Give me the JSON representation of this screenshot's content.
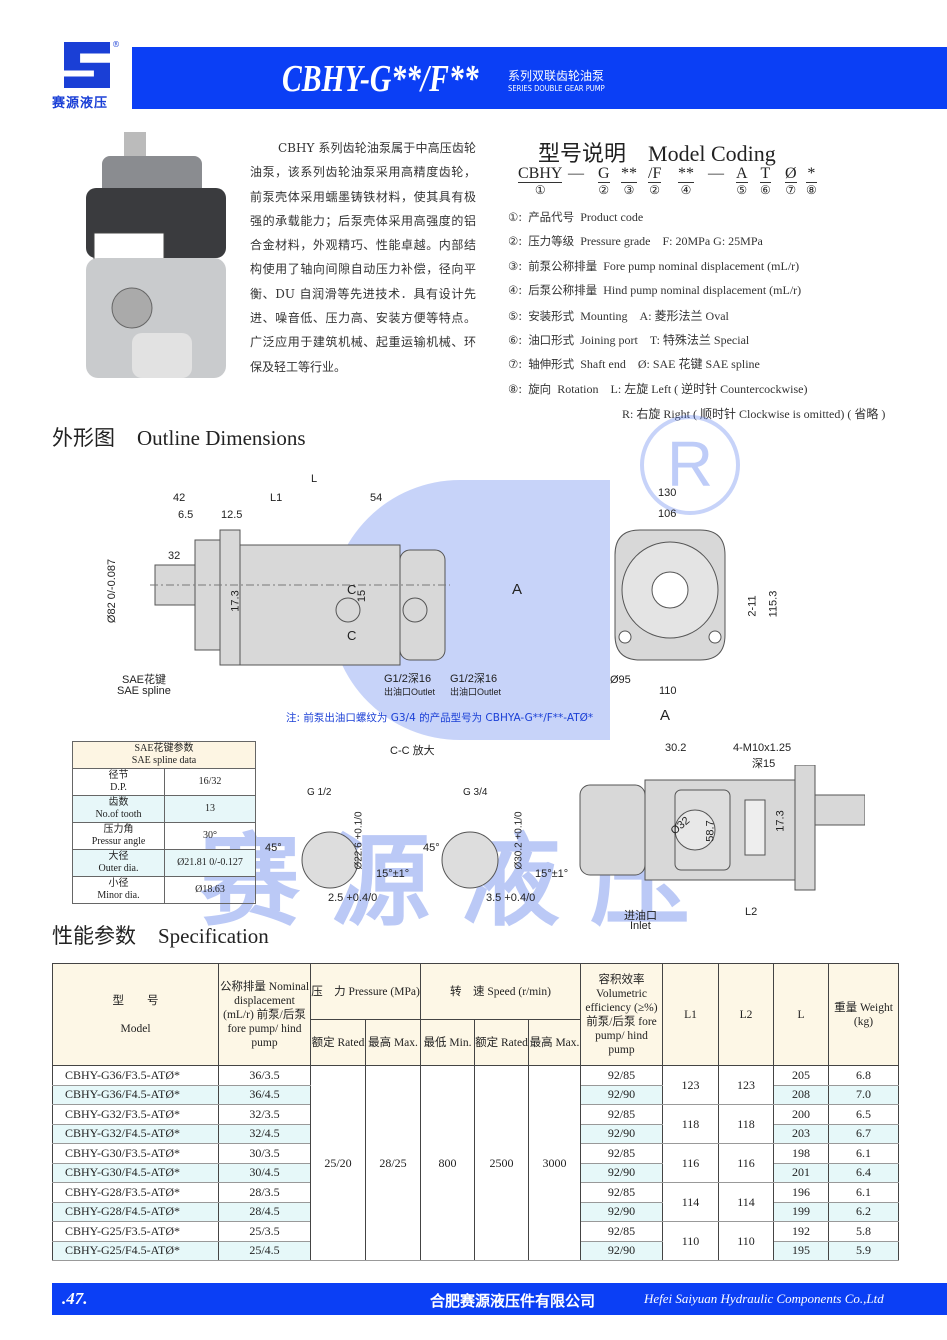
{
  "brand": {
    "logo_text": "赛源液压",
    "registered": "®"
  },
  "header": {
    "title": "CBHY-G**/F**",
    "subtitle_cn": "系列双联齿轮油泵",
    "subtitle_en": "SERIES DOUBLE GEAR PUMP"
  },
  "description": "CBHY 系列齿轮油泵属于中高压齿轮油泵，该系列齿轮油泵采用高精度齿轮，前泵壳体采用蠕墨铸铁材料，使其具有极强的承载能力；后泵壳体采用高强度的铝合金材料，外观精巧、性能卓越。内部结构使用了轴向间隙自动压力补偿，径向平衡、DU 自润滑等先进技术．具有设计先进、噪音低、压力高、安装方便等特点。广泛应用于建筑机械、起重运输机械、环保及轻工等行业。",
  "model_coding": {
    "title_cn": "型号说明",
    "title_en": "Model Coding",
    "parts": [
      {
        "t": "CBHY",
        "n": "①"
      },
      {
        "t": "—",
        "n": ""
      },
      {
        "t": "G",
        "n": "②"
      },
      {
        "t": "**",
        "n": "③"
      },
      {
        "t": "/F",
        "n": "②"
      },
      {
        "t": "**",
        "n": "④"
      },
      {
        "t": "—",
        "n": ""
      },
      {
        "t": "A",
        "n": "⑤"
      },
      {
        "t": "T",
        "n": "⑥"
      },
      {
        "t": "Ø",
        "n": "⑦"
      },
      {
        "t": "*",
        "n": "⑧"
      }
    ],
    "items": [
      {
        "num": "①:",
        "cn": "产品代号",
        "en": "Product code",
        "opt": ""
      },
      {
        "num": "②:",
        "cn": "压力等级",
        "en": "Pressure grade",
        "opt": "F: 20MPa  G: 25MPa"
      },
      {
        "num": "③:",
        "cn": "前泵公称排量",
        "en": "Fore pump nominal displacement (mL/r)",
        "opt": ""
      },
      {
        "num": "④:",
        "cn": "后泵公称排量",
        "en": "Hind pump nominal displacement (mL/r)",
        "opt": ""
      },
      {
        "num": "⑤:",
        "cn": "安装形式",
        "en": "Mounting",
        "opt": "A: 菱形法兰 Oval"
      },
      {
        "num": "⑥:",
        "cn": "油口形式",
        "en": "Joining port",
        "opt": "T: 特殊法兰 Special"
      },
      {
        "num": "⑦:",
        "cn": "轴伸形式",
        "en": "Shaft end",
        "opt": "Ø: SAE 花键 SAE spline"
      },
      {
        "num": "⑧:",
        "cn": "旋向",
        "en": "Rotation",
        "opt": "L: 左旋 Left ( 逆时针 Countercockwise)"
      }
    ],
    "rotation_right": "R: 右旋 Right ( 顺时针 Clockwise is omitted) ( 省略 )"
  },
  "outline": {
    "title_cn": "外形图",
    "title_en": "Outline Dimensions",
    "side_labels": {
      "L": "L",
      "L1": "L1",
      "d42": "42",
      "d54": "54",
      "d6_5": "6.5",
      "d12_5": "12.5",
      "d32": "32",
      "d82": "Ø82 0/-0.087",
      "d17_3": "17.3",
      "d15": "15",
      "C1": "C",
      "C2": "C",
      "spline_cn": "SAE花键",
      "spline_en": "SAE spline",
      "outlet1": "G1/2深16",
      "outlet2": "G1/2深16",
      "outlet_cn1": "出油口Outlet",
      "outlet_cn2": "出油口Outlet",
      "A_arrow": "A"
    },
    "front_labels": {
      "d130": "130",
      "d106": "106",
      "d2_11": "2-11",
      "d115_3": "115.3",
      "d95": "Ø95",
      "d110": "110",
      "A": "A"
    },
    "note": "注: 前泵出油口螺纹为 G3/4 的产品型号为 CBHYA-G**/F**-ATØ*",
    "cc_title": "C-C 放大",
    "cc1": {
      "name": "G 1/2",
      "dia": "Ø22.6 +0.1/0",
      "angle": "45°",
      "taper": "15°±1°",
      "depth": "2.5 +0.4/0"
    },
    "cc2": {
      "name": "G 3/4",
      "dia": "Ø30.2 +0.1/0",
      "angle": "45°",
      "taper": "15°±1°",
      "depth": "3.5 +0.4/0"
    },
    "top_labels": {
      "d30_2": "30.2",
      "thread": "4-M10x1.25",
      "thread_depth": "深15",
      "d32": "Ø32",
      "d58_7": "58.7",
      "d17_3": "17.3",
      "inlet_cn": "进油口",
      "inlet_en": "Inlet",
      "L2": "L2"
    }
  },
  "spline": {
    "title_cn": "SAE花键参数",
    "title_en": "SAE spline data",
    "rows": [
      {
        "cn": "径节",
        "en": "D.P.",
        "val": "16/32"
      },
      {
        "cn": "齿数",
        "en": "No.of tooth",
        "val": "13"
      },
      {
        "cn": "压力角",
        "en": "Pressur  angle",
        "val": "30°"
      },
      {
        "cn": "大径",
        "en": "Outer dia.",
        "val": "Ø21.81 0/-0.127"
      },
      {
        "cn": "小径",
        "en": "Minor dia.",
        "val": "Ø18.63"
      }
    ]
  },
  "spec": {
    "title_cn": "性能参数",
    "title_en": "Specification",
    "headers": {
      "model_cn": "型　　号",
      "model_en": "Model",
      "disp": "公称排量 Nominal displacement (mL/r) 前泵/后泵 fore pump/ hind pump",
      "pressure": "压　力 Pressure (MPa)",
      "speed": "转　速 Speed (r/min)",
      "eff": "容积效率 Volumetric efficiency (≥%) 前泵/后泵 fore pump/ hind pump",
      "rated": "额定 Rated",
      "max": "最高 Max.",
      "min": "最低 Min.",
      "L1": "L1",
      "L2": "L2",
      "L": "L",
      "weight": "重量 Weight (kg)"
    },
    "shared": {
      "p_rated": "25/20",
      "p_max": "28/25",
      "s_min": "800",
      "s_rated": "2500",
      "s_max": "3000"
    },
    "groups": [
      {
        "L1": "123",
        "L2": "123",
        "rows": [
          [
            "CBHY-G36/F3.5-ATØ*",
            "36/3.5",
            "92/85",
            "205",
            "6.8"
          ],
          [
            "CBHY-G36/F4.5-ATØ*",
            "36/4.5",
            "92/90",
            "208",
            "7.0"
          ]
        ]
      },
      {
        "L1": "118",
        "L2": "118",
        "rows": [
          [
            "CBHY-G32/F3.5-ATØ*",
            "32/3.5",
            "92/85",
            "200",
            "6.5"
          ],
          [
            "CBHY-G32/F4.5-ATØ*",
            "32/4.5",
            "92/90",
            "203",
            "6.7"
          ]
        ]
      },
      {
        "L1": "116",
        "L2": "116",
        "rows": [
          [
            "CBHY-G30/F3.5-ATØ*",
            "30/3.5",
            "92/85",
            "198",
            "6.1"
          ],
          [
            "CBHY-G30/F4.5-ATØ*",
            "30/4.5",
            "92/90",
            "201",
            "6.4"
          ]
        ]
      },
      {
        "L1": "114",
        "L2": "114",
        "rows": [
          [
            "CBHY-G28/F3.5-ATØ*",
            "28/3.5",
            "92/85",
            "196",
            "6.1"
          ],
          [
            "CBHY-G28/F4.5-ATØ*",
            "28/4.5",
            "92/90",
            "199",
            "6.2"
          ]
        ]
      },
      {
        "L1": "110",
        "L2": "110",
        "rows": [
          [
            "CBHY-G25/F3.5-ATØ*",
            "25/3.5",
            "92/85",
            "192",
            "5.8"
          ],
          [
            "CBHY-G25/F4.5-ATØ*",
            "25/4.5",
            "92/90",
            "195",
            "5.9"
          ]
        ]
      }
    ]
  },
  "footer": {
    "page": ".47.",
    "company_cn": "合肥赛源液压件有限公司",
    "company_en": "Hefei Saiyuan Hydraulic Components Co.,Ltd"
  },
  "colors": {
    "brand_blue": "#0b3ff5"
  }
}
